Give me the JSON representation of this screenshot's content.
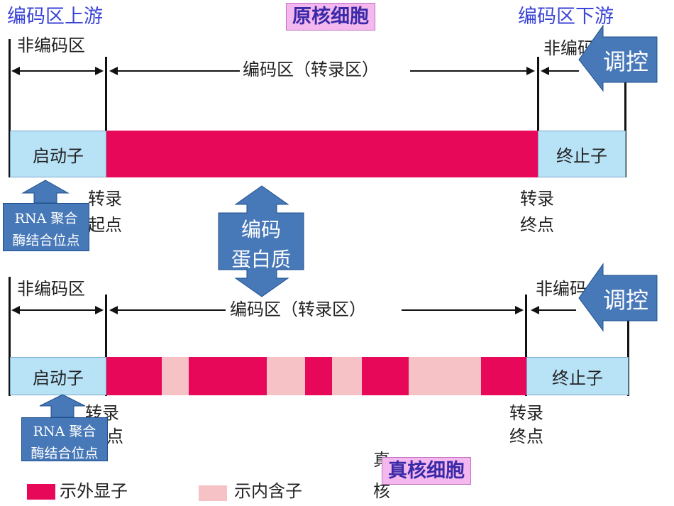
{
  "top_labels": {
    "upstream": "编码区上游",
    "downstream": "编码区下游"
  },
  "titles": {
    "prokaryote": "原核细胞",
    "eukaryote": "真核细胞"
  },
  "prokaryote": {
    "noncoding_left": "非编码区",
    "noncoding_right": "非编码",
    "coding_region": "编码区（转录区）",
    "promoter": "启动子",
    "terminator": "终止子",
    "tx_start_1": "转录",
    "tx_start_2": "起点",
    "tx_end_1": "转录",
    "tx_end_2": "终点"
  },
  "eukaryote": {
    "noncoding_left": "非编码区",
    "noncoding_right": "非编码",
    "coding_region": "编码区（转录区）",
    "promoter": "启动子",
    "terminator": "终止子",
    "tx_start_1": "转录",
    "tx_start_2": "点",
    "tx_end_1": "转录",
    "tx_end_2": "终点",
    "stray_1": "真",
    "stray_2": "核"
  },
  "callouts": {
    "regulate": "调控",
    "rna_pol_line1": "RNA 聚合",
    "rna_pol_line2": "酶结合位点",
    "encode_line1": "编码",
    "encode_line2": "蛋白质"
  },
  "legend": {
    "exon": "示外显子",
    "intron": "示内含子"
  },
  "colors": {
    "exon": "#e8085a",
    "intron": "#f6c2c6",
    "noncoding": "#b8e2f6",
    "callout": "#4778b8",
    "title_bg": "#f4b8ee"
  }
}
